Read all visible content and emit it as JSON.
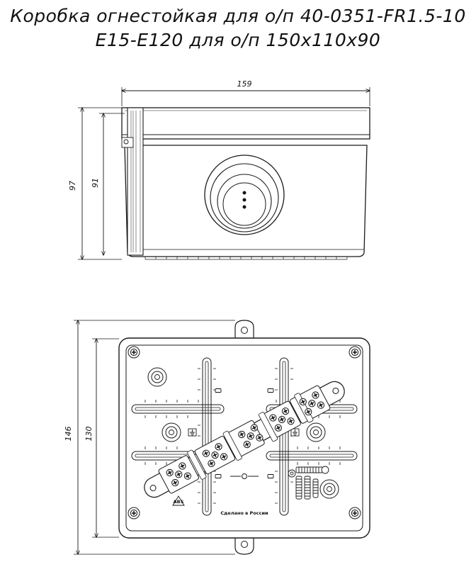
{
  "title": {
    "line1": "Коробка огнестойкая для о/п 40-0351-FR1.5-10",
    "line2": "E15-E120 для о/п 150x110x90"
  },
  "side_view": {
    "dim_width": "159",
    "dim_height_outer": "97",
    "dim_height_inner": "91"
  },
  "top_view": {
    "dim_height_outer": "146",
    "dim_height_inner": "130",
    "made_in": "Сделано в России",
    "marking_small": "ABS"
  },
  "colors": {
    "line": "#1a1a1a",
    "fill": "#ffffff"
  },
  "icons": [
    "screw-icon",
    "ground-sign-icon"
  ]
}
